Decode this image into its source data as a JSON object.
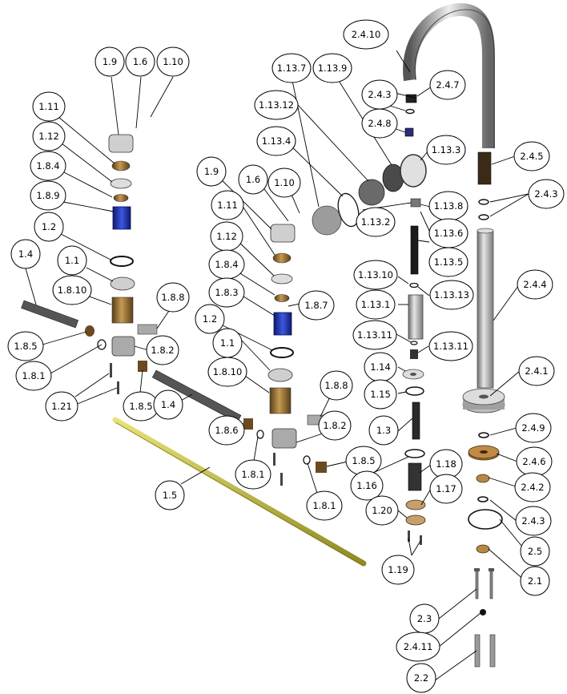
{
  "colors": {
    "brass": "#8a6a2a",
    "blue": "#1a2fb0",
    "gold": "#c9c24a",
    "steel": "#a9a9a9",
    "dark": "#2a2a2a"
  },
  "labels": {
    "l_1_9_a": "1.9",
    "l_1_6_a": "1.6",
    "l_1_10_a": "1.10",
    "l_1_11_a": "1.11",
    "l_1_12_a": "1.12",
    "l_1_8_4_a": "1.8.4",
    "l_1_8_9": "1.8.9",
    "l_1_2_a": "1.2",
    "l_1_4_a": "1.4",
    "l_1_1_a": "1.1",
    "l_1_8_10_a": "1.8.10",
    "l_1_8_8_a": "1.8.8",
    "l_1_8_5_a": "1.8.5",
    "l_1_8_2_a": "1.8.2",
    "l_1_8_1_a": "1.8.1",
    "l_1_21": "1.21",
    "l_1_8_5_b": "1.8.5",
    "l_1_9_b": "1.9",
    "l_1_6_b": "1.6",
    "l_1_10_b": "1.10",
    "l_1_11_b": "1.11",
    "l_1_12_b": "1.12",
    "l_1_8_4_b": "1.8.4",
    "l_1_8_3": "1.8.3",
    "l_1_8_7": "1.8.7",
    "l_1_2_b": "1.2",
    "l_1_1_b": "1.1",
    "l_1_8_10_b": "1.8.10",
    "l_1_8_8_b": "1.8.8",
    "l_1_8_2_b": "1.8.2",
    "l_1_4_b": "1.4",
    "l_1_8_6": "1.8.6",
    "l_1_8_1_b": "1.8.1",
    "l_1_8_5_c": "1.8.5",
    "l_1_8_1_c": "1.8.1",
    "l_1_5": "1.5",
    "l_1_13_7": "1.13.7",
    "l_1_13_9": "1.13.9",
    "l_1_13_12": "1.13.12",
    "l_1_13_4": "1.13.4",
    "l_1_13_3": "1.13.3",
    "l_1_13_8": "1.13.8",
    "l_1_13_2": "1.13.2",
    "l_1_13_6": "1.13.6",
    "l_1_13_5": "1.13.5",
    "l_1_13_10": "1.13.10",
    "l_1_13_13": "1.13.13",
    "l_1_13_1": "1.13.1",
    "l_1_13_11_a": "1.13.11",
    "l_1_13_11_b": "1.13.11",
    "l_1_14": "1.14",
    "l_1_15": "1.15",
    "l_1_3": "1.3",
    "l_1_16": "1.16",
    "l_1_18": "1.18",
    "l_1_17": "1.17",
    "l_1_20": "1.20",
    "l_1_19": "1.19",
    "l_2_4_10": "2.4.10",
    "l_2_4_3_a": "2.4.3",
    "l_2_4_7": "2.4.7",
    "l_2_4_8": "2.4.8",
    "l_2_4_5": "2.4.5",
    "l_2_4_3_b": "2.4.3",
    "l_2_4_4": "2.4.4",
    "l_2_4_1": "2.4.1",
    "l_2_4_9": "2.4.9",
    "l_2_4_6": "2.4.6",
    "l_2_4_2": "2.4.2",
    "l_2_4_3_c": "2.4.3",
    "l_2_5": "2.5",
    "l_2_1": "2.1",
    "l_2_3": "2.3",
    "l_2_4_11": "2.4.11",
    "l_2_2": "2.2"
  }
}
